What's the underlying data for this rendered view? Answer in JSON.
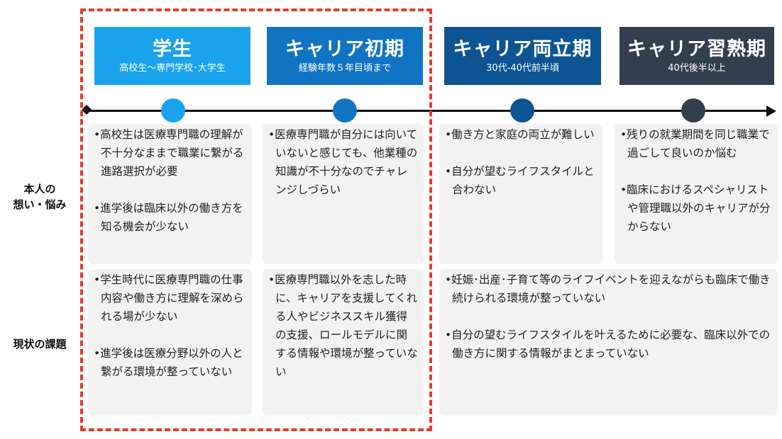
{
  "stages": [
    {
      "title": "学生",
      "subtitle": "高校生～専門学校･大学生",
      "color": "#1aa3ec"
    },
    {
      "title": "キャリア初期",
      "subtitle": "経験年数５年目頃まで",
      "color": "#1174c3"
    },
    {
      "title": "キャリア両立期",
      "subtitle": "30代-40代前半頃",
      "color": "#0d5493"
    },
    {
      "title": "キャリア習熟期",
      "subtitle": "40代後半以上",
      "color": "#333f4f"
    }
  ],
  "rows": {
    "concerns_label": "本人の\n想い・悩み",
    "challenges_label": "現状の課題"
  },
  "concerns": [
    [
      "•高校生は医療専門職の理解が不十分なままで職業に繋がる進路選択が必要",
      "•進学後は臨床以外の働き方を知る機会が少ない"
    ],
    [
      "•医療専門職が自分には向いていないと感じても、他業種の知識が不十分なのでチャレンジしづらい"
    ],
    [
      "•働き方と家庭の両立が難しい",
      "•自分が望むライフスタイルと合わない"
    ],
    [
      "•残りの就業期間を同じ職業で過ごして良いのか悩む",
      "•臨床におけるスペシャリストや管理職以外のキャリアが分からない"
    ]
  ],
  "challenges": [
    [
      "•学生時代に医療専門職の仕事内容や働き方に理解を深められる場が少ない",
      "•進学後は医療分野以外の人と繋がる環境が整っていない"
    ],
    [
      "•医療専門職以外を志した時に、キャリアを支援してくれる人やビジネススキル獲得の支援、ロールモデルに関する情報や環境が整っていない"
    ],
    [
      "•妊娠･出産･子育て等のライフイベントを迎えながらも臨床で働き続けられる環境が整っていない",
      "•自分の望むライフスタイルを叶えるために必要な、臨床以外での働き方に関する情報がまとまっていない"
    ]
  ],
  "colors": {
    "highlight_border": "#e53a28",
    "panel_bg": "#f2f2f2",
    "timeline": "#111111"
  }
}
